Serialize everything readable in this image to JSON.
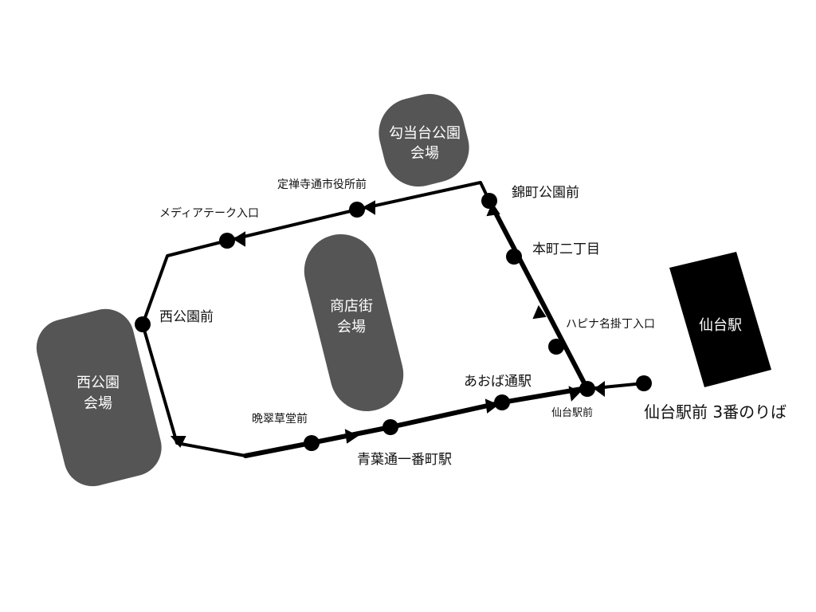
{
  "venues": {
    "kotodai": {
      "line1": "勾当台公園",
      "line2": "会場"
    },
    "shotengai": {
      "line1": "商店街",
      "line2": "会場"
    },
    "nishikoen": {
      "line1": "西公園",
      "line2": "会場"
    }
  },
  "sendai_station": {
    "label": "仙台駅"
  },
  "stops": {
    "jozenji": "定禅寺通市役所前",
    "mediatheque": "メディアテーク入口",
    "nishikoenmae": "西公園前",
    "bansuisodo": "晩翠草堂前",
    "aobadori_ichibancho": "青葉通一番町駅",
    "aobadori": "あおば通駅",
    "sendaiekimae": "仙台駅前",
    "hapina": "ハピナ名掛丁入口",
    "honcho": "本町二丁目",
    "nishikicho": "錦町公園前",
    "terminal": "仙台駅前 3番のりば"
  }
}
